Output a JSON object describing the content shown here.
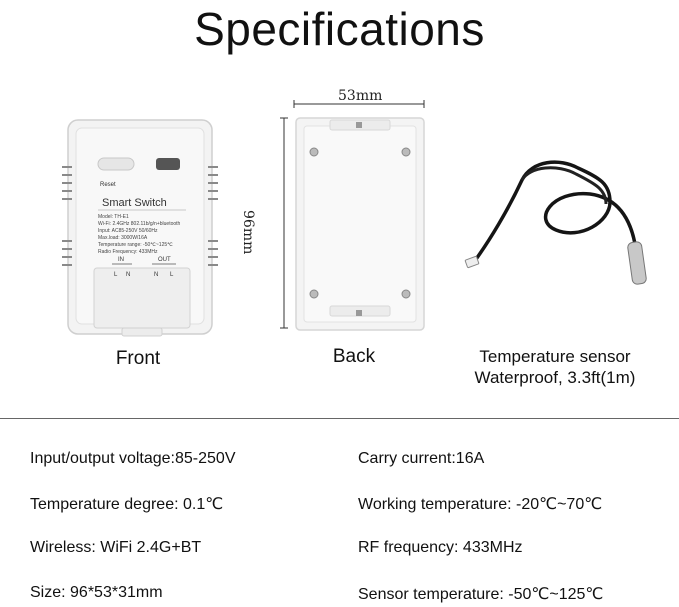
{
  "title": "Specifications",
  "front": {
    "caption": "Front",
    "label": "Smart Switch",
    "reset": "Reset",
    "details": [
      "Model: TH-E1",
      "Wi-Fi: 2.4GHz 802.11b/g/n+bluetooth",
      "Input: AC85-250V 50/60Hz",
      "Max.load: 3000W/16A",
      "Temperature range: -50℃~125℃",
      "Radio Frequency: 433MHz"
    ],
    "in_label": "IN",
    "out_label": "OUT",
    "terminals": [
      "L",
      "N",
      "N",
      "L"
    ]
  },
  "back": {
    "caption": "Back",
    "width_dim": "53mm",
    "height_dim": "96mm"
  },
  "sensor": {
    "caption_line1": "Temperature sensor",
    "caption_line2": "Waterproof, 3.3ft(1m)"
  },
  "specs": {
    "voltage": "Input/output voltage:85-250V",
    "carry_current": "Carry current:16A",
    "temp_degree": "Temperature degree: 0.1℃",
    "working_temp": "Working temperature: -20℃~70℃",
    "wireless": "Wireless: WiFi 2.4G+BT",
    "rf_frequency": "RF frequency: 433MHz",
    "size": "Size: 96*53*31mm",
    "sensor_temp": "Sensor temperature: -50℃~125℃"
  }
}
